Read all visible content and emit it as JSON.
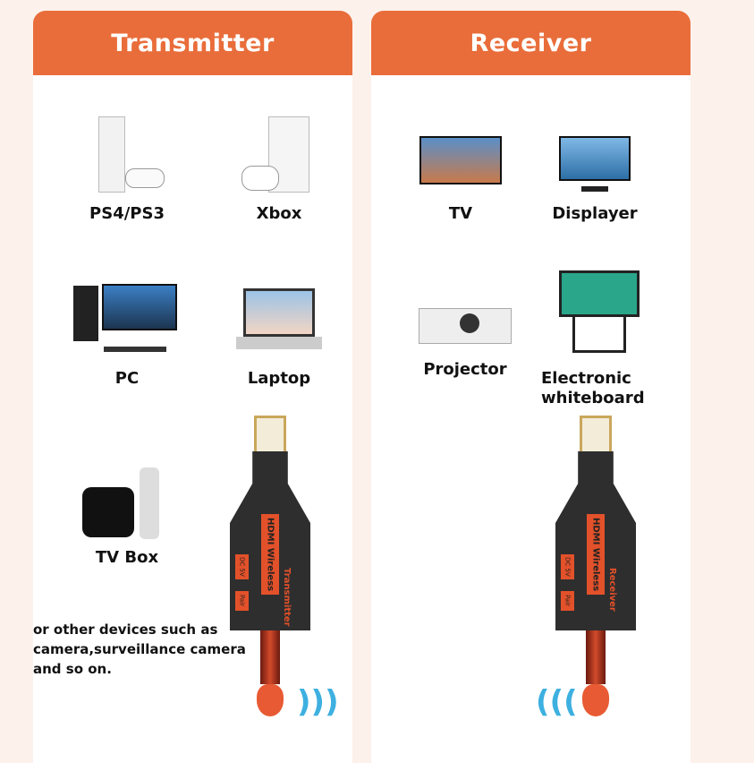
{
  "transmitter": {
    "title": "Transmitter",
    "items": [
      {
        "label": "PS4/PS3"
      },
      {
        "label": "Xbox"
      },
      {
        "label": "PC"
      },
      {
        "label": "Laptop"
      },
      {
        "label": "TV Box"
      }
    ],
    "note": "or other devices such as camera,surveillance camera and so on.",
    "device": {
      "tag": "HDMI Wireless",
      "sub": "Transmitter",
      "btn1": "DC 5V",
      "btn2": "Pair"
    }
  },
  "receiver": {
    "title": "Receiver",
    "items": [
      {
        "label": "TV"
      },
      {
        "label": "Displayer"
      },
      {
        "label": "Projector"
      },
      {
        "label": "Electronic whiteboard"
      }
    ],
    "device": {
      "tag": "HDMI Wireless",
      "sub": "Receiver",
      "btn1": "DC 5V",
      "btn2": "Pair"
    }
  },
  "colors": {
    "accent": "#e96d3a",
    "background": "#fdf1ec"
  }
}
